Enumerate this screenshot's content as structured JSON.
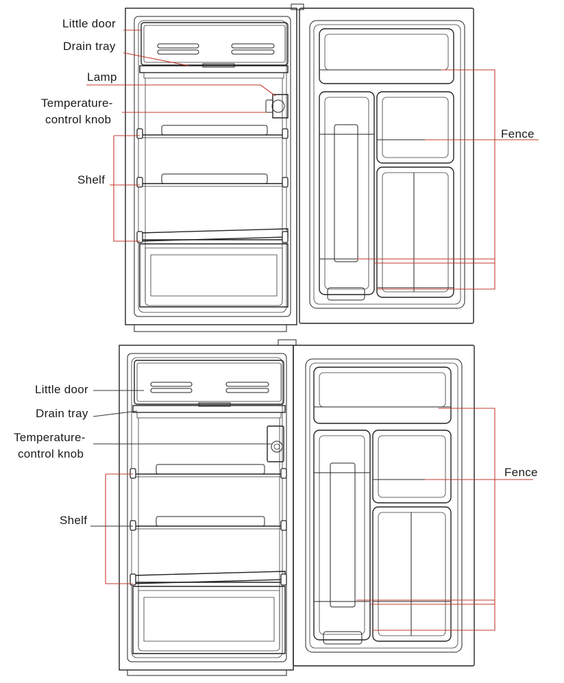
{
  "top": {
    "labels": {
      "little_door": "Little door",
      "drain_tray": "Drain tray",
      "lamp": "Lamp",
      "temp_line1": "Temperature-",
      "temp_line2": "control knob",
      "shelf": "Shelf",
      "fence": "Fence"
    }
  },
  "bottom": {
    "labels": {
      "little_door": "Little door",
      "drain_tray": "Drain tray",
      "temp_line1": "Temperature-",
      "temp_line2": "control knob",
      "shelf": "Shelf",
      "fence": "Fence"
    }
  },
  "colors": {
    "outline": "#222222",
    "leader": "#c0392b",
    "background": "#ffffff"
  }
}
